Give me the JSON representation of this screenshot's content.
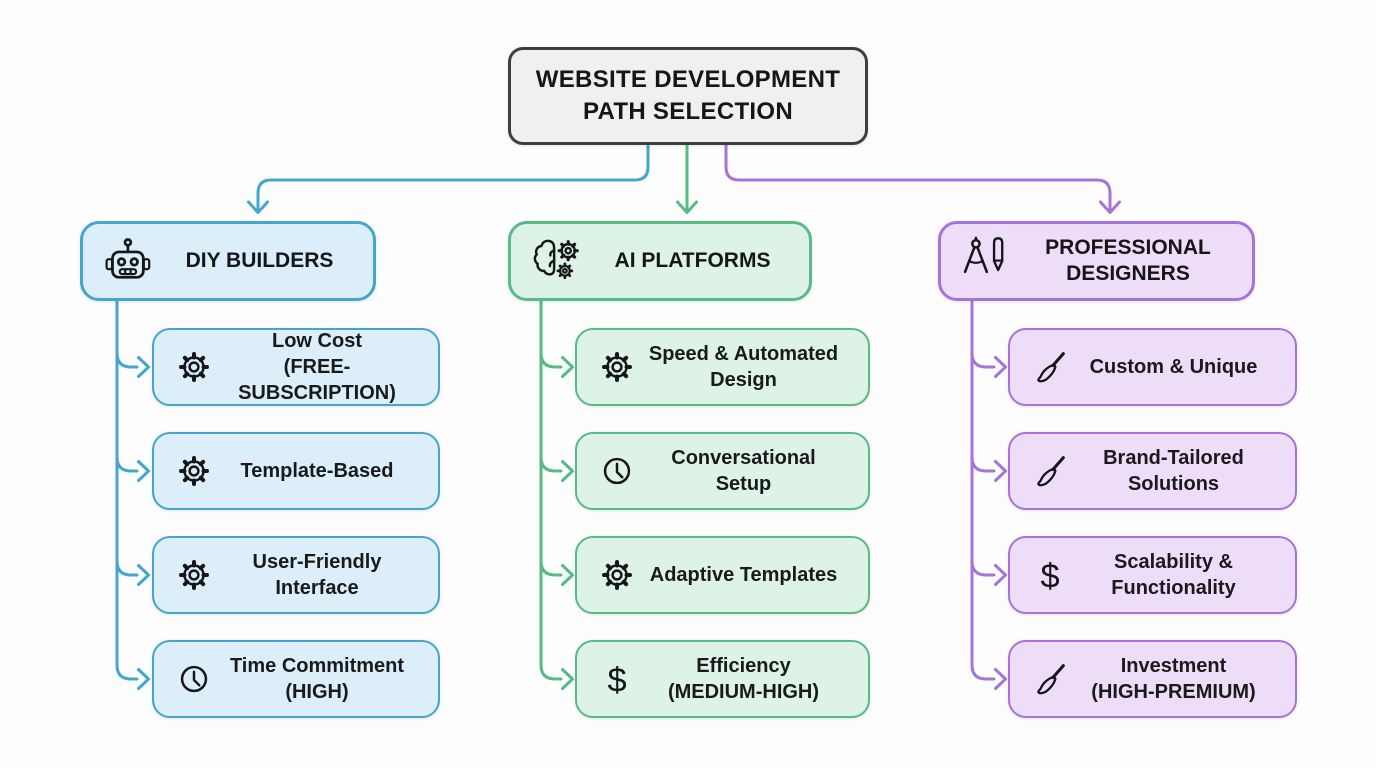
{
  "title": {
    "lines": [
      "WEBSITE DEVELOPMENT",
      "PATH SELECTION"
    ]
  },
  "colors": {
    "root_border": "#3f3f3f",
    "root_fill": "#f0f0f0",
    "blue": "#44a6cb",
    "blue_fill": "#dbeef9",
    "green": "#57bb86",
    "green_fill": "#def3e7",
    "purple": "#a873d9",
    "purple_fill": "#eeddf9",
    "text": "#161616",
    "background": "#fdfdfd"
  },
  "columns": [
    {
      "id": "diy-builders",
      "label": "DIY BUILDERS",
      "icon": "robot-icon",
      "color": "#44a6cb",
      "items": [
        {
          "icon": "gear-icon",
          "lines": [
            "Low Cost",
            "(FREE-SUBSCRIPTION)"
          ]
        },
        {
          "icon": "gear-icon",
          "lines": [
            "Template-Based"
          ]
        },
        {
          "icon": "gear-icon",
          "lines": [
            "User-Friendly",
            "Interface"
          ]
        },
        {
          "icon": "clock-icon",
          "lines": [
            "Time Commitment",
            "(HIGH)"
          ]
        }
      ]
    },
    {
      "id": "ai-platforms",
      "label": "AI PLATFORMS",
      "icon": "brain-gears-icon",
      "color": "#57bb86",
      "items": [
        {
          "icon": "gear-icon",
          "lines": [
            "Speed & Automated",
            "Design"
          ]
        },
        {
          "icon": "clock-icon",
          "lines": [
            "Conversational",
            "Setup"
          ]
        },
        {
          "icon": "gear-icon",
          "lines": [
            "Adaptive Templates"
          ]
        },
        {
          "icon": "dollar-icon",
          "lines": [
            "Efficiency",
            "(MEDIUM-HIGH)"
          ]
        }
      ]
    },
    {
      "id": "professional-designers",
      "label": "PROFESSIONAL DESIGNERS",
      "icon": "compass-pencil-icon",
      "color": "#a873d9",
      "items": [
        {
          "icon": "paintbrush-icon",
          "lines": [
            "Custom & Unique"
          ]
        },
        {
          "icon": "paintbrush-icon",
          "lines": [
            "Brand-Tailored",
            "Solutions"
          ]
        },
        {
          "icon": "dollar-icon",
          "lines": [
            "Scalability &",
            "Functionality"
          ]
        },
        {
          "icon": "paintbrush-icon",
          "lines": [
            "Investment",
            "(HIGH-PREMIUM)"
          ]
        }
      ]
    }
  ]
}
